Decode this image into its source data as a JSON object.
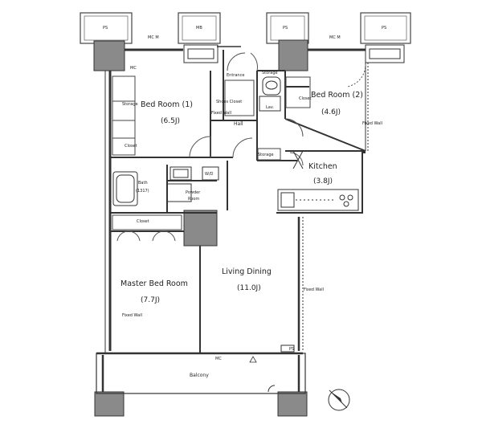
{
  "rooms": {
    "bedroom1": {
      "name": "Bed Room (1)",
      "area": "(6.5J)"
    },
    "bedroom2": {
      "name": "Bed Room (2)",
      "area": "(4.6J)"
    },
    "kitchen": {
      "name": "Kitchen",
      "area": "(3.8J)"
    },
    "living": {
      "name": "Living Dining",
      "area": "(11.0J)"
    },
    "master": {
      "name": "Master Bed Room",
      "area": "(7.7J)"
    },
    "balcony": {
      "name": "Balcony"
    }
  },
  "labels": {
    "entrance": "Entrance",
    "shoes_closet": "Shoes Closet",
    "hall": "Hall",
    "lav": "Lav.",
    "storage": "Storage",
    "closet": "Closet",
    "bath": "Bath",
    "bath_size": "(1317)",
    "powder": "Powder",
    "powder2": "Room",
    "wd": "W/D",
    "ps": "PS",
    "mc": "MC",
    "mb": "MB",
    "mcm": "MC M",
    "fixed_wall": "Fixed Wall"
  },
  "colors": {
    "wall": "#333333",
    "shaft": "#8a8a8a",
    "outline": "#3a3a3a"
  },
  "icons": {
    "compass": "north-arrow-icon"
  }
}
